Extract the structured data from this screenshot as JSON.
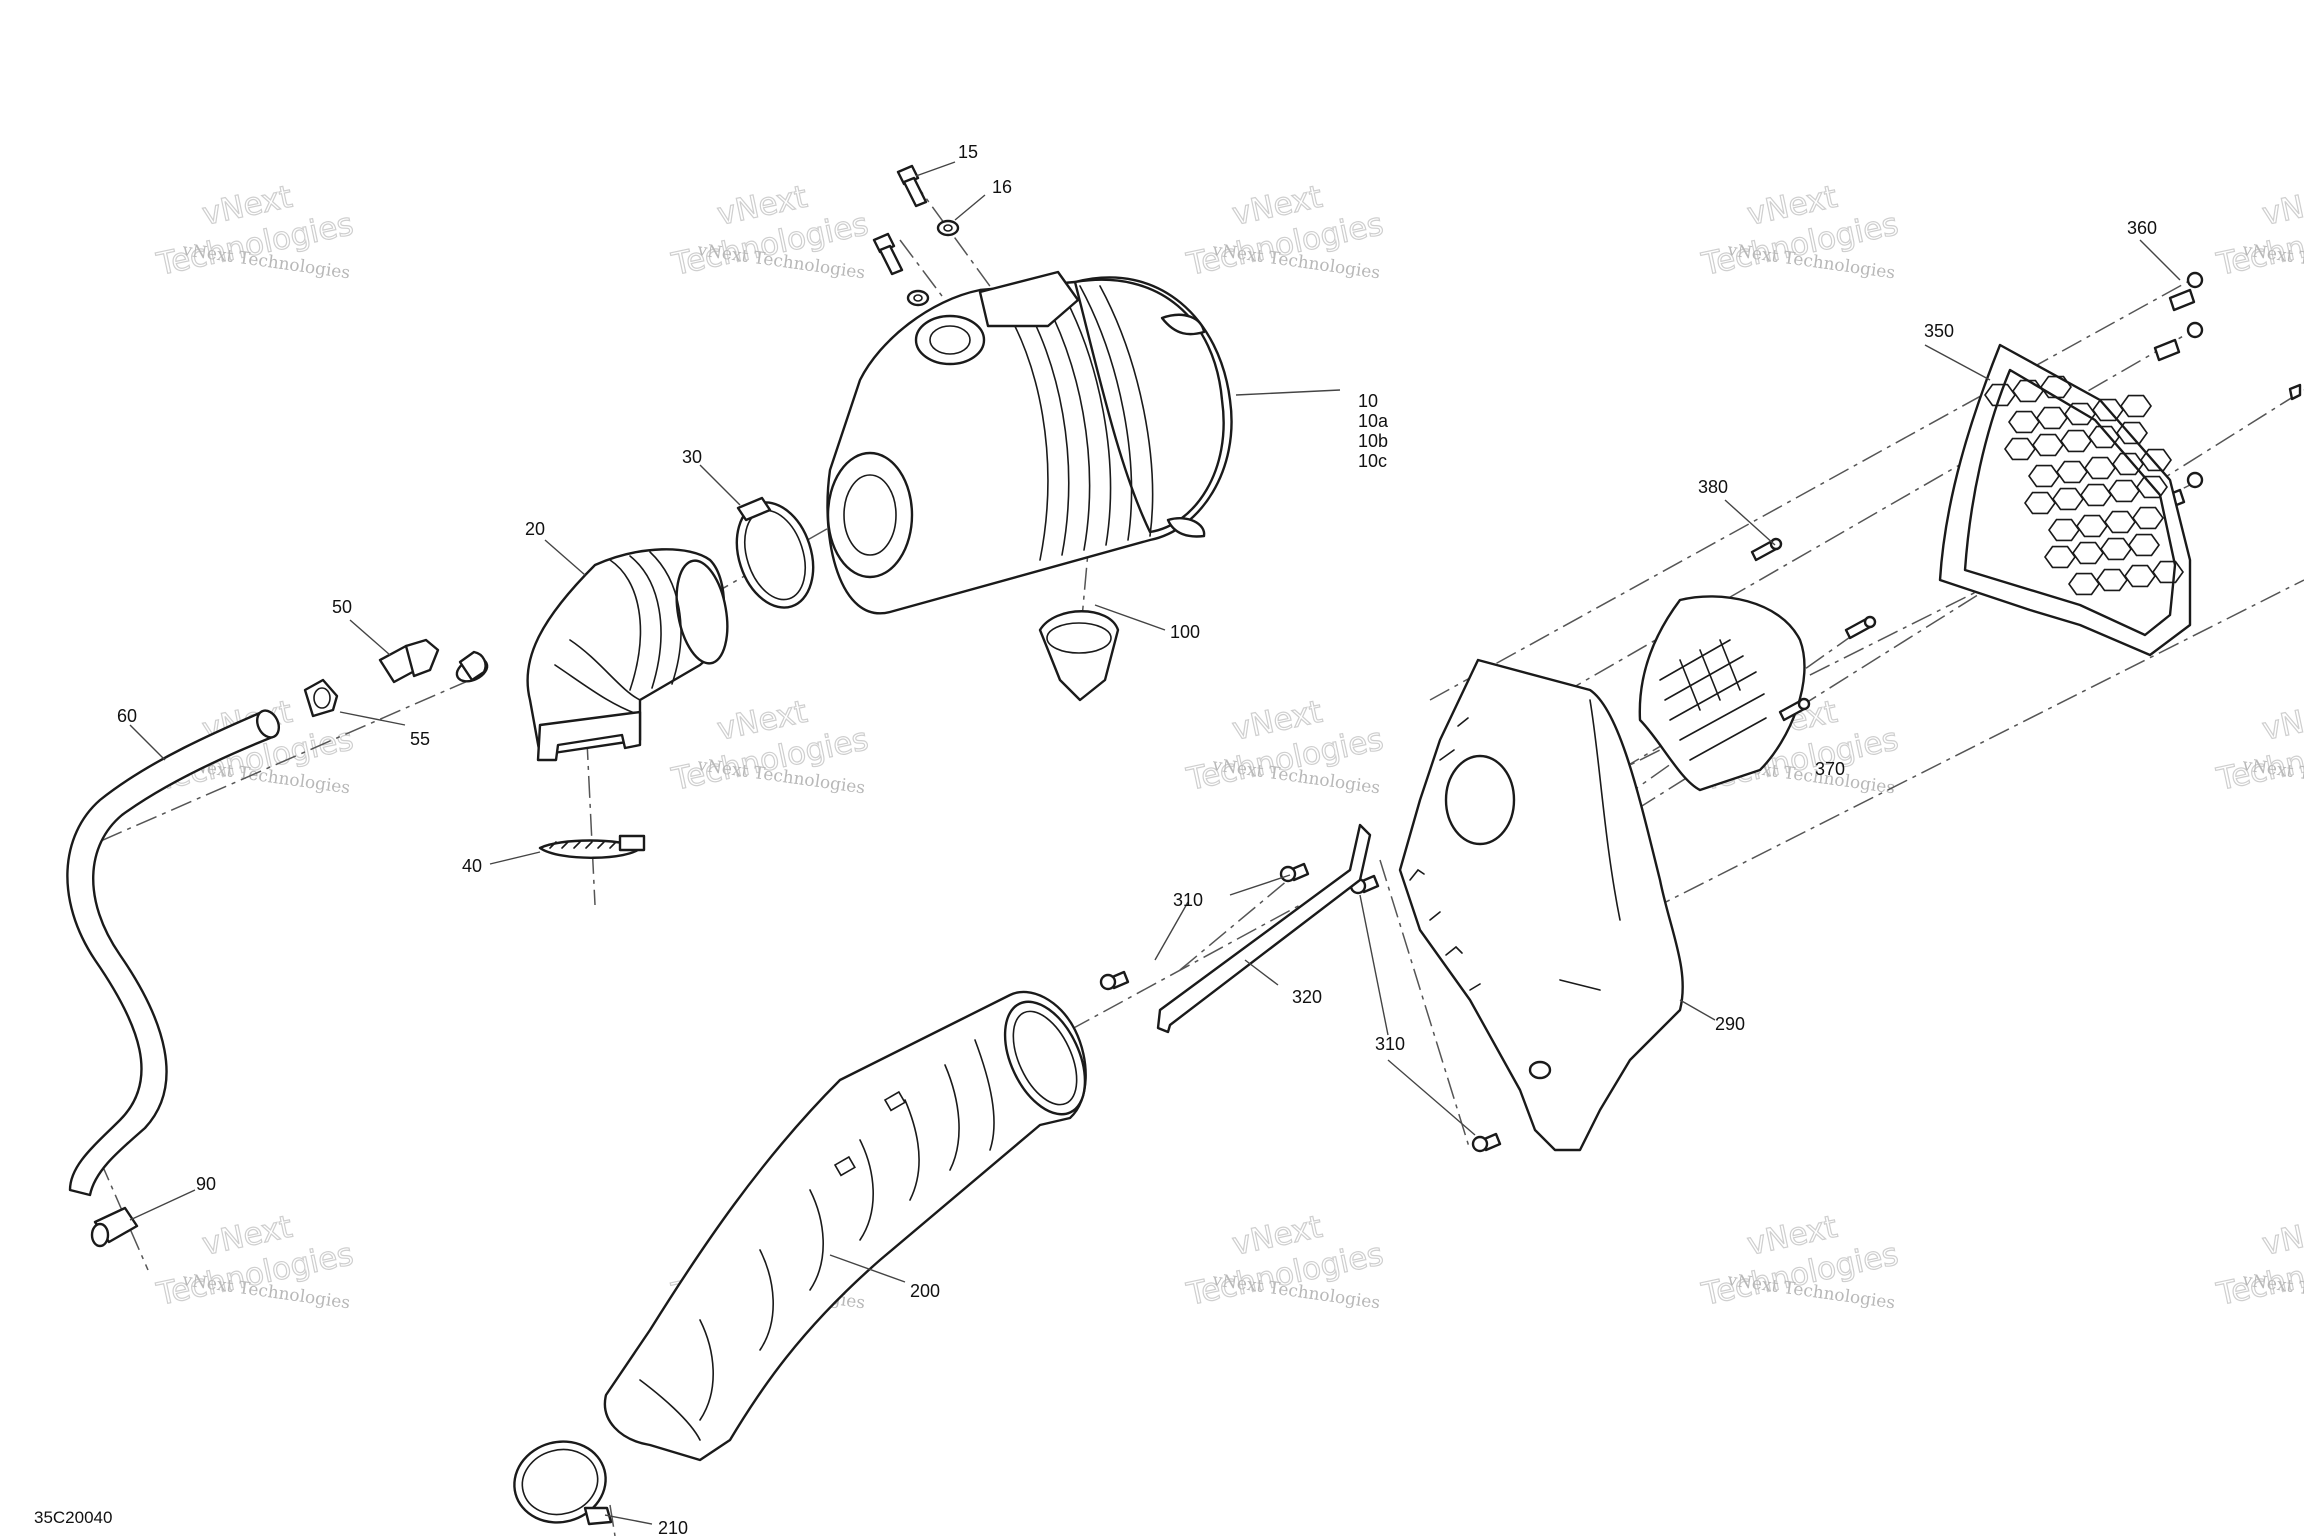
{
  "diagram": {
    "drawing_code": "35C20040",
    "watermark": {
      "line1": "vNext Technologies",
      "line2": "vNext",
      "line3": "Technologies"
    },
    "callouts": {
      "c15": "15",
      "c16": "16",
      "c10": "10",
      "c10a": "10a",
      "c10b": "10b",
      "c10c": "10c",
      "c30": "30",
      "c20": "20",
      "c50": "50",
      "c55": "55",
      "c60": "60",
      "c40": "40",
      "c100": "100",
      "c90": "90",
      "c200": "200",
      "c210": "210",
      "c310a": "310",
      "c310b": "310",
      "c320": "320",
      "c290": "290",
      "c370": "370",
      "c380": "380",
      "c350": "350",
      "c360": "360"
    }
  }
}
